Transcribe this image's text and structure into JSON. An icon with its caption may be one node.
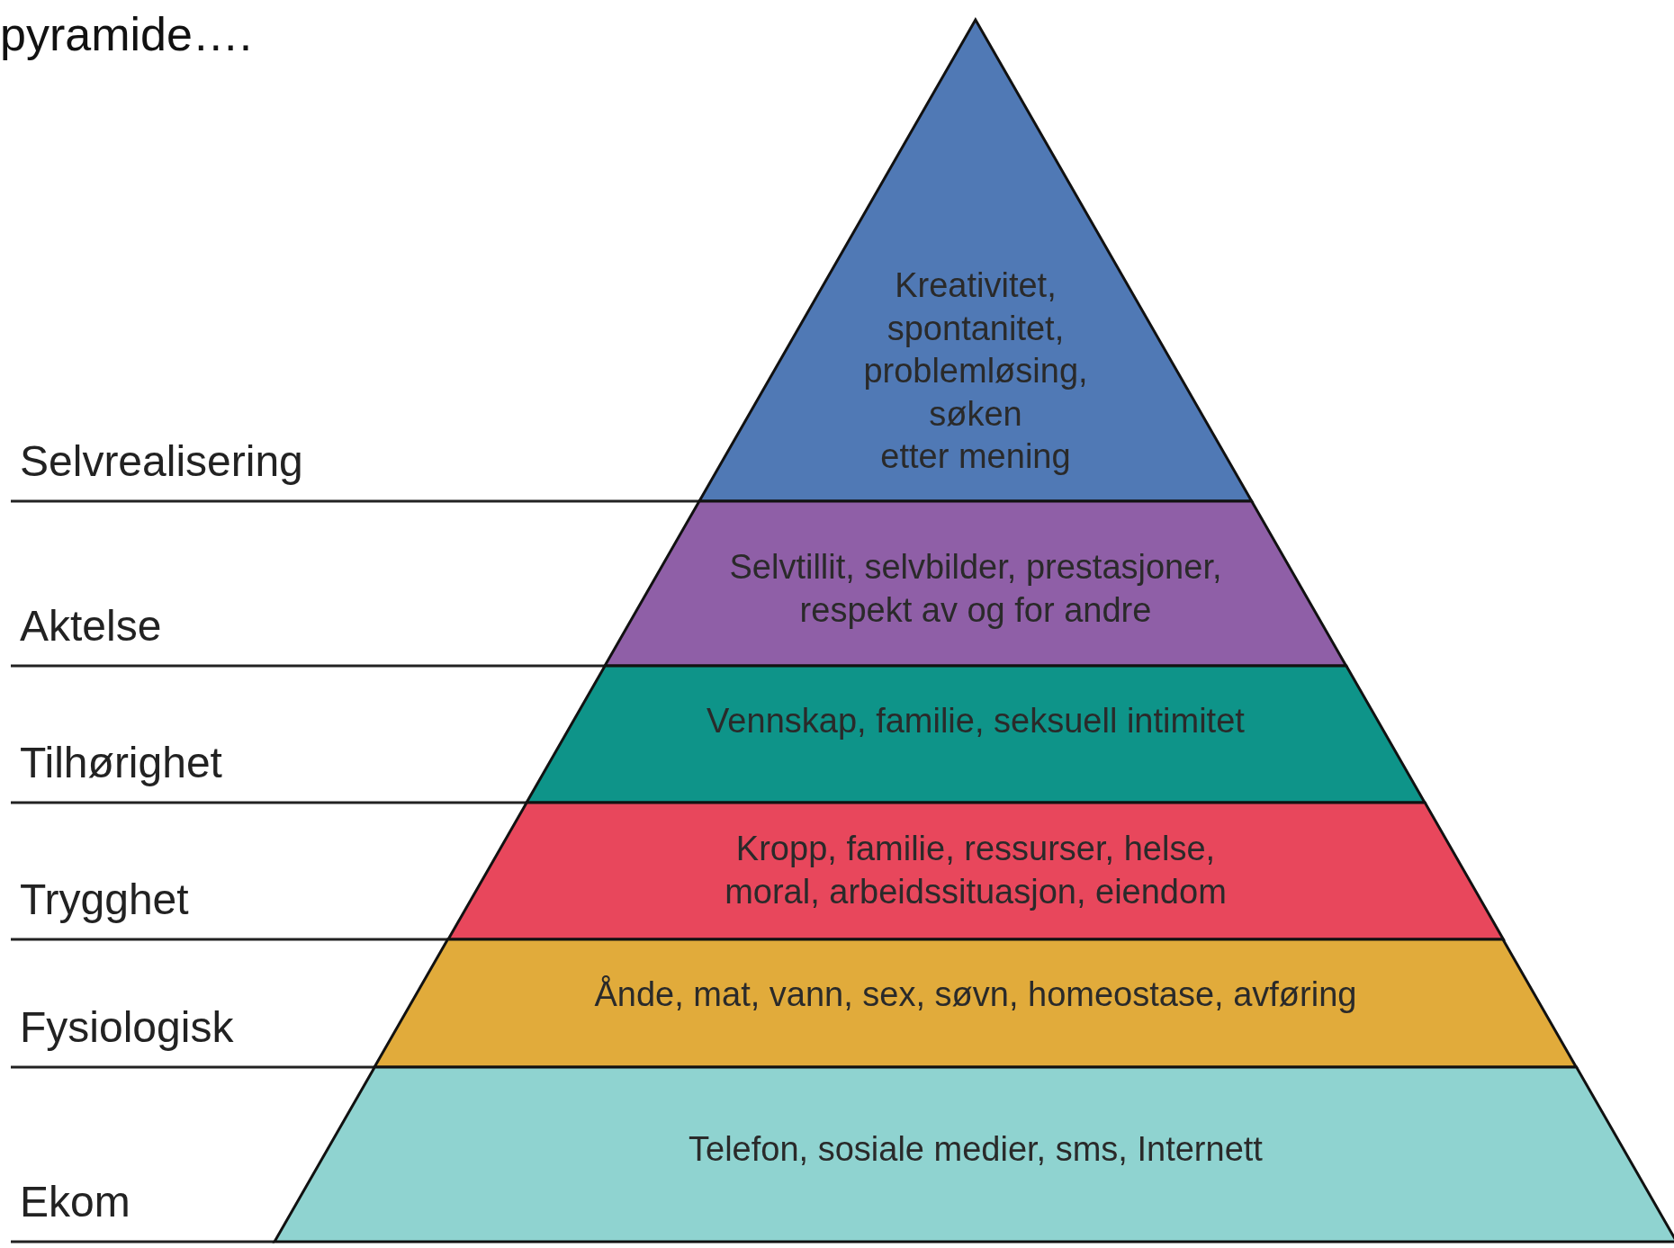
{
  "diagram": {
    "title": "pyramide….",
    "nodes": [
      {
        "text": [
          "Kreativitet, spontanitet, problemløsing, søken etter mening"
        ]
      },
      {
        "text": [
          "Selvtillit, selvbilder, prestasjoner, respekt av og for andre"
        ]
      },
      {
        "text": [
          "Vennskap, familie, seksuell intimitet"
        ]
      },
      {
        "text": [
          "Kropp, familie, ressurser, helse, moral, arbeidssituasjon, eiendom"
        ]
      },
      {
        "text": [
          "Ånde, mat, vann, sex, søvn, homeostase, avføring"
        ]
      },
      {
        "text": [
          "Telefon, sosiale medier, sms, Internett"
        ]
      }
    ],
    "labels": [
      "Selvrealisering",
      "Aktelse",
      "Tilhørighet",
      "Trygghet",
      "Fysiologisk",
      "Ekom"
    ]
  }
}
